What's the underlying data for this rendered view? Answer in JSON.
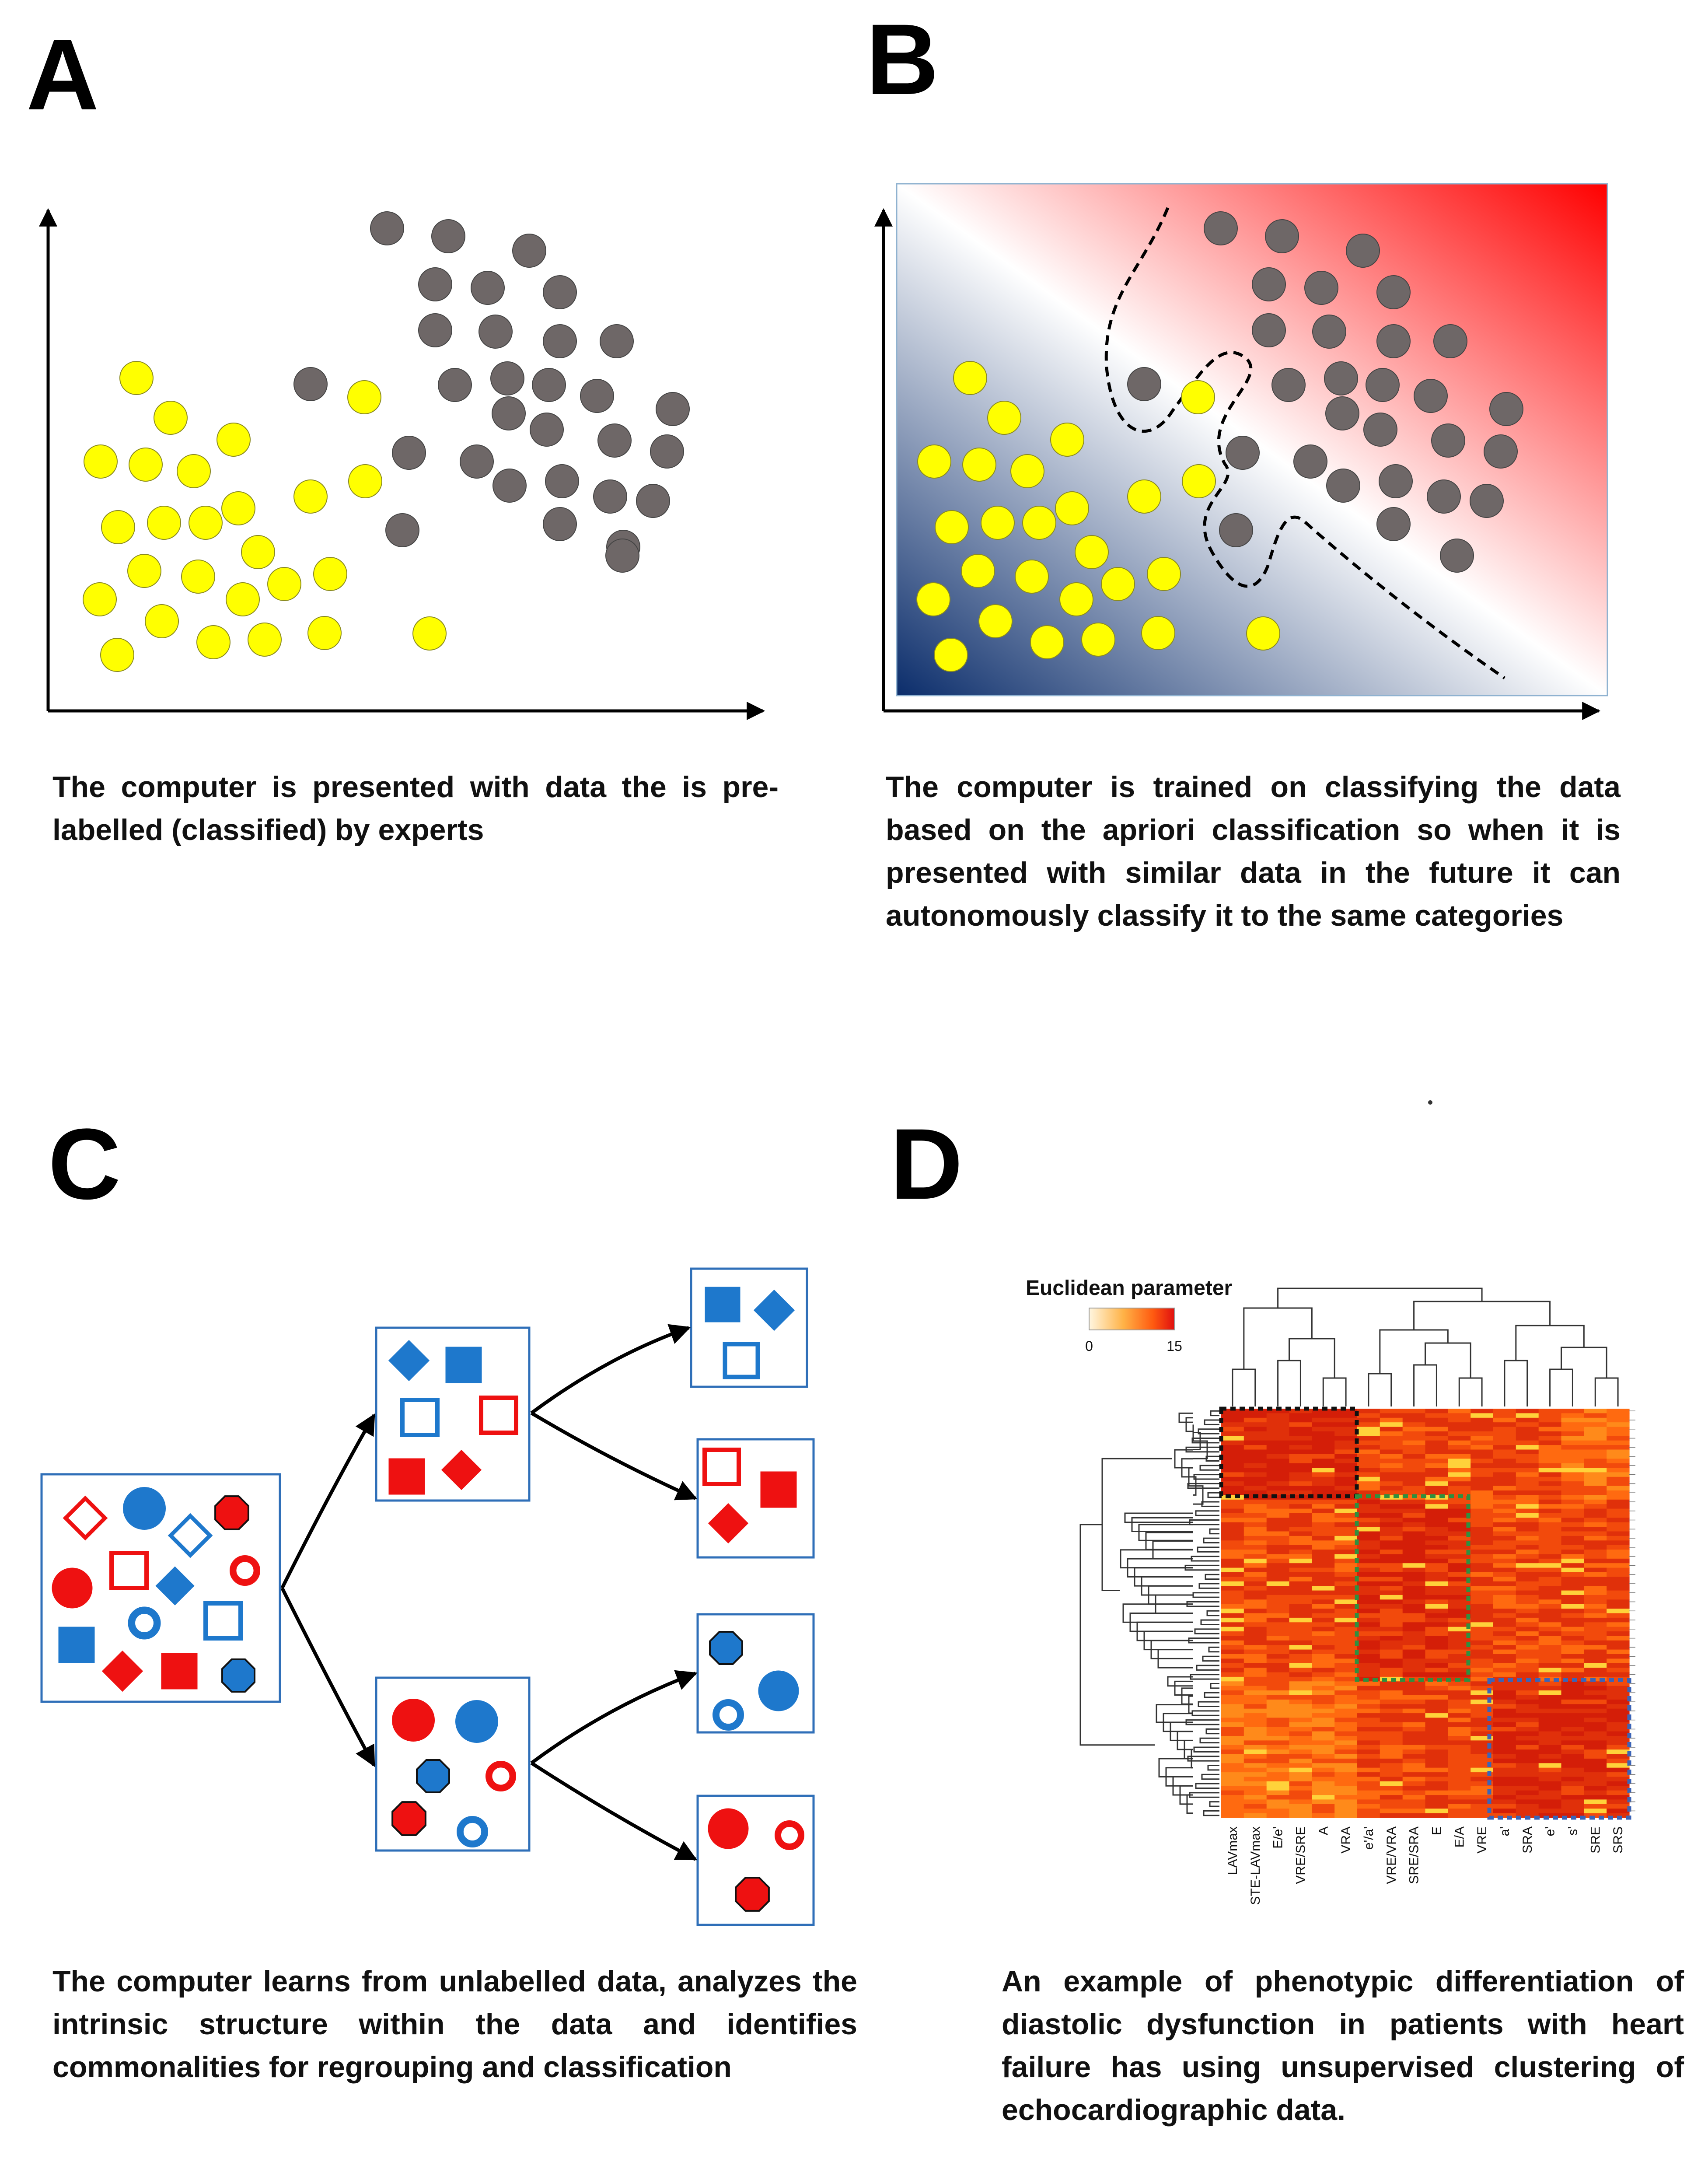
{
  "panels": {
    "a": {
      "letter": "A",
      "caption": "The computer is presented with data the is pre-labelled (classified) by experts"
    },
    "b": {
      "letter": "B",
      "caption": "The computer is trained on classifying the data based on the apriori classification so when it is presented with similar data in the future it can autonomously classify it to the same categories"
    },
    "c": {
      "letter": "C",
      "caption": "The computer learns from unlabelled data, analyzes the intrinsic structure within the data and identifies commonalities for regrouping and classification"
    },
    "d": {
      "letter": "D",
      "caption": "An example of phenotypic differentiation of diastolic dysfunction in patients with heart failure has using unsupervised clustering of echocardiographic data."
    }
  },
  "colors": {
    "yellow": "#ffff00",
    "gray": "#6e6767",
    "red": "#ee1111",
    "blue": "#1e78cc",
    "navy": "#0b2d6b"
  },
  "heatmap": {
    "legend_title": "Euclidean parameter",
    "legend_min": "0",
    "legend_max": "15",
    "columns": [
      "LAVmax",
      "STE-LAVmax",
      "E/e'",
      "VRE/SRE",
      "A",
      "VRA",
      "e'/a'",
      "VRE/VRA",
      "SRE/SRA",
      "E",
      "E/A",
      "VRE",
      "a'",
      "SRA",
      "e'",
      "s'",
      "SRE",
      "SRS"
    ]
  }
}
